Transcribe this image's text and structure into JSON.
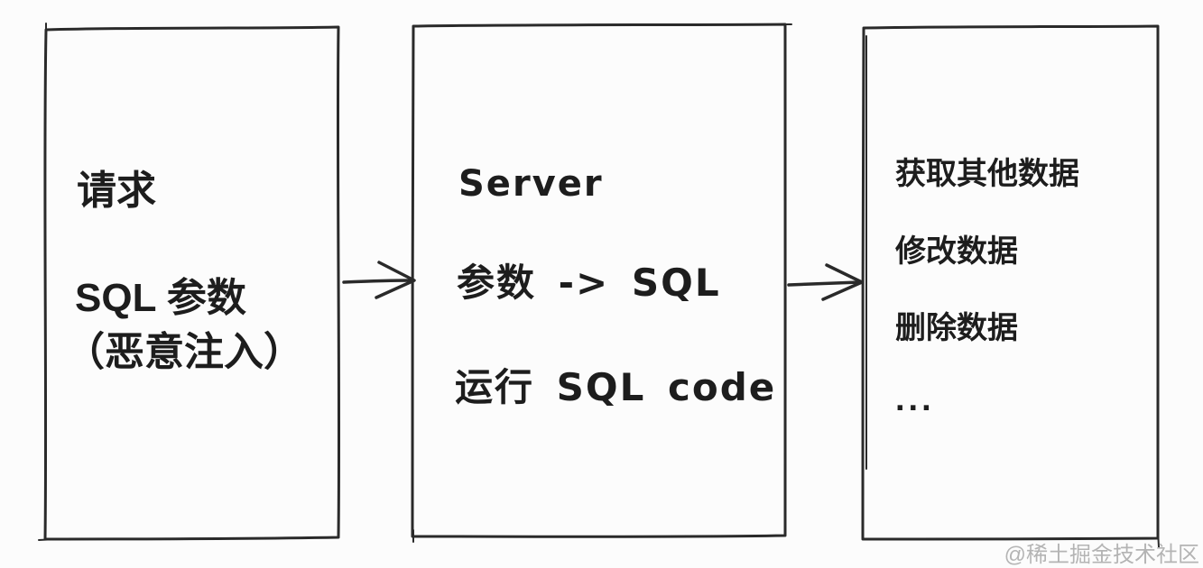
{
  "diagram": {
    "type": "flow",
    "topic": "SQL injection flow",
    "ink_color": "#2a2a2a",
    "background": "#fcfcfc",
    "boxes": [
      {
        "name": "request",
        "lines": [
          "请求",
          "SQL 参数",
          "（恶意注入）"
        ]
      },
      {
        "name": "server",
        "lines": [
          "Server",
          "参数 -> SQL",
          "运行 SQL code"
        ]
      },
      {
        "name": "impact",
        "lines": [
          "获取其他数据",
          "修改数据",
          "删除数据",
          "..."
        ]
      }
    ],
    "arrows": [
      {
        "name": "arrow-right",
        "from": "request",
        "to": "server"
      },
      {
        "name": "arrow-right",
        "from": "server",
        "to": "impact"
      }
    ],
    "watermark": {
      "text": "@稀土掘金技术社区",
      "color": "#b4b4b4"
    }
  }
}
